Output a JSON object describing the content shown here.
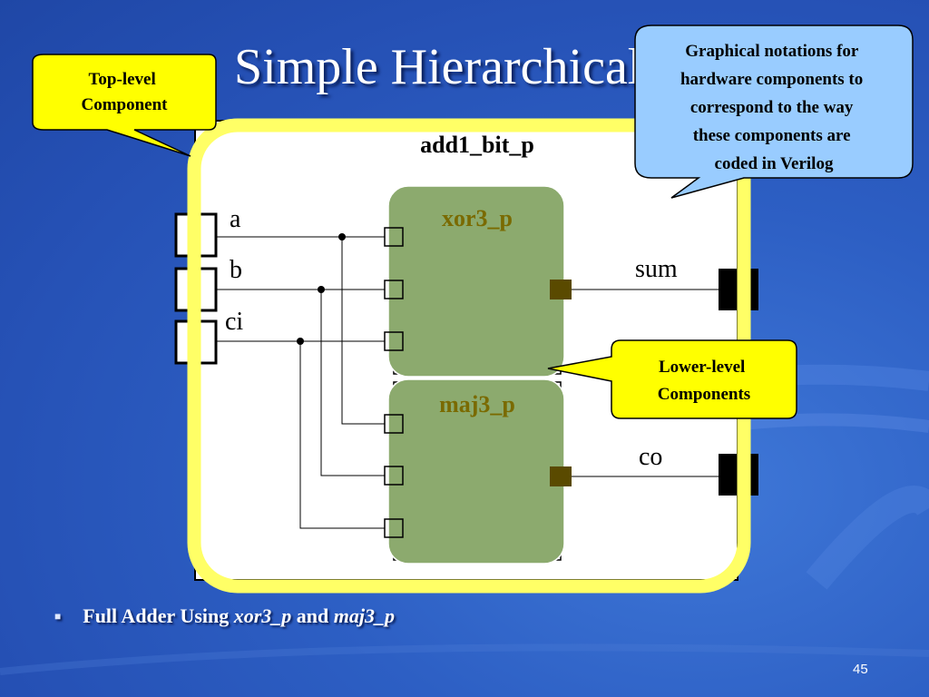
{
  "slide": {
    "title": "Simple Hierarchical Design",
    "page_number": "45"
  },
  "diagram": {
    "top_component": "add1_bit_p",
    "inputs": [
      "a",
      "b",
      "ci"
    ],
    "outputs": [
      "sum",
      "co"
    ],
    "lower_components": [
      {
        "name": "xor3_p"
      },
      {
        "name": "maj3_p"
      }
    ]
  },
  "callouts": {
    "top_level": [
      "Top-level",
      "Component"
    ],
    "notations": [
      "Graphical notations for",
      "hardware components to",
      "correspond to the way",
      "these components are",
      "coded in Verilog"
    ],
    "lower_level": [
      "Lower-level",
      "Components"
    ]
  },
  "bullet": {
    "prefix": "Full Adder Using ",
    "item1": "xor3_p",
    "joiner": " and ",
    "item2": "maj3_p"
  },
  "colors": {
    "callout_yellow": "#ffff00",
    "callout_blue": "#99ccff",
    "highlight_yellow": "#ffff66",
    "component_green": "#8caa6e",
    "component_label": "#7a6a00"
  }
}
